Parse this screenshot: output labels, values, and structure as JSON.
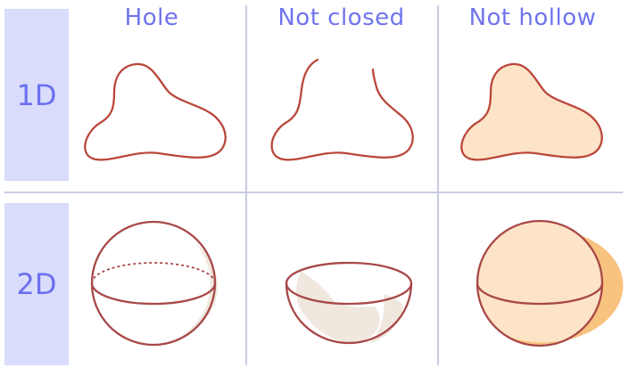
{
  "columns": [
    "Hole",
    "Not closed",
    "Not hollow"
  ],
  "rows": [
    "1D",
    "2D"
  ],
  "colors": {
    "accent": "#6f74ee",
    "row_header_bg": "#d9dcfb",
    "grid_line": "#c9cbe6",
    "outline": "#b9473a",
    "sphere_outline": "#a84848",
    "fill": "#fde3c8",
    "solid_sphere_fill": "#fde4c6",
    "solid_sphere_shadow": "#f8c27f",
    "hollow_shading": "#f0e8df"
  },
  "cells": [
    {
      "row": "1D",
      "column": "Hole",
      "shape": "closed-curve-outline"
    },
    {
      "row": "1D",
      "column": "Not closed",
      "shape": "open-curve"
    },
    {
      "row": "1D",
      "column": "Not hollow",
      "shape": "filled-region"
    },
    {
      "row": "2D",
      "column": "Hole",
      "shape": "hollow-sphere"
    },
    {
      "row": "2D",
      "column": "Not closed",
      "shape": "open-hemisphere-bowl"
    },
    {
      "row": "2D",
      "column": "Not hollow",
      "shape": "solid-ball"
    }
  ]
}
